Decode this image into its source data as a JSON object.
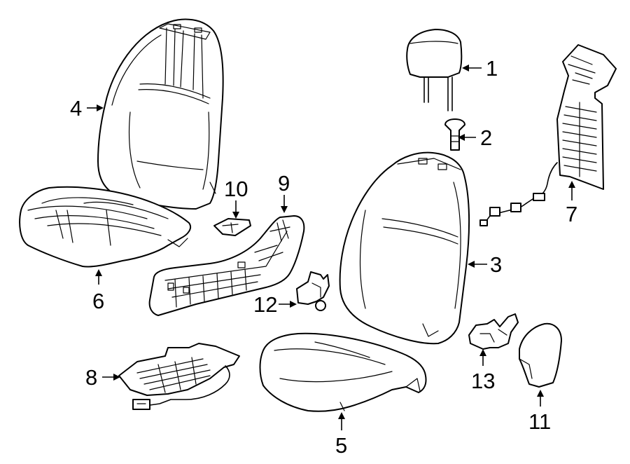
{
  "diagram": {
    "callouts": [
      {
        "id": "1",
        "part": "headrest"
      },
      {
        "id": "2",
        "part": "headrest-guide"
      },
      {
        "id": "3",
        "part": "seat-back-cover"
      },
      {
        "id": "4",
        "part": "seat-back-pad"
      },
      {
        "id": "5",
        "part": "seat-cushion-cover"
      },
      {
        "id": "6",
        "part": "seat-cushion-pad"
      },
      {
        "id": "7",
        "part": "seat-back-heater"
      },
      {
        "id": "8",
        "part": "seat-cushion-heater"
      },
      {
        "id": "9",
        "part": "side-shield"
      },
      {
        "id": "10",
        "part": "clip"
      },
      {
        "id": "11",
        "part": "recliner-cover"
      },
      {
        "id": "12",
        "part": "bracket-knob"
      },
      {
        "id": "13",
        "part": "hinge-bracket"
      }
    ]
  }
}
